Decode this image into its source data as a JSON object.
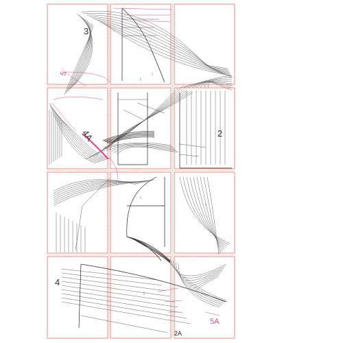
{
  "sheet": {
    "colors": {
      "tile_border": "#f08a7a",
      "pattern_line": "#333333",
      "accent": "#e8468c"
    },
    "piece_labels": {
      "p3": "3",
      "p5": "5",
      "p2": "2",
      "p4a": "4A",
      "p4": "4",
      "p5a": "5A",
      "p2a": "2A"
    }
  }
}
